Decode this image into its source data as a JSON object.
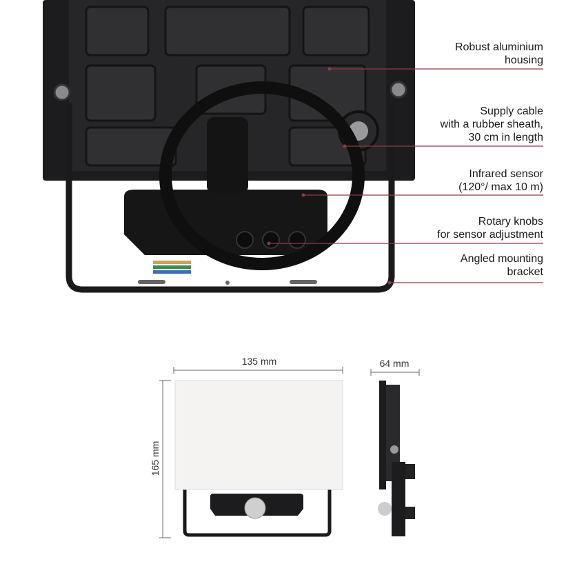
{
  "callouts": [
    {
      "lines": [
        "Robust aluminium",
        "housing"
      ]
    },
    {
      "lines": [
        "Supply cable",
        "with a rubber sheath,",
        "30 cm in length"
      ]
    },
    {
      "lines": [
        "Infrared sensor",
        "(120°/ max 10 m)"
      ]
    },
    {
      "lines": [
        "Rotary knobs",
        "for sensor adjustment"
      ]
    },
    {
      "lines": [
        "Angled mounting",
        "bracket"
      ]
    }
  ],
  "dimensions": {
    "width": "135 mm",
    "height": "165 mm",
    "depth": "64 mm"
  },
  "colors": {
    "callout_line": "#8e3b43",
    "product_body": "#1c1c1e",
    "diffuser": "#f4f3f1"
  }
}
